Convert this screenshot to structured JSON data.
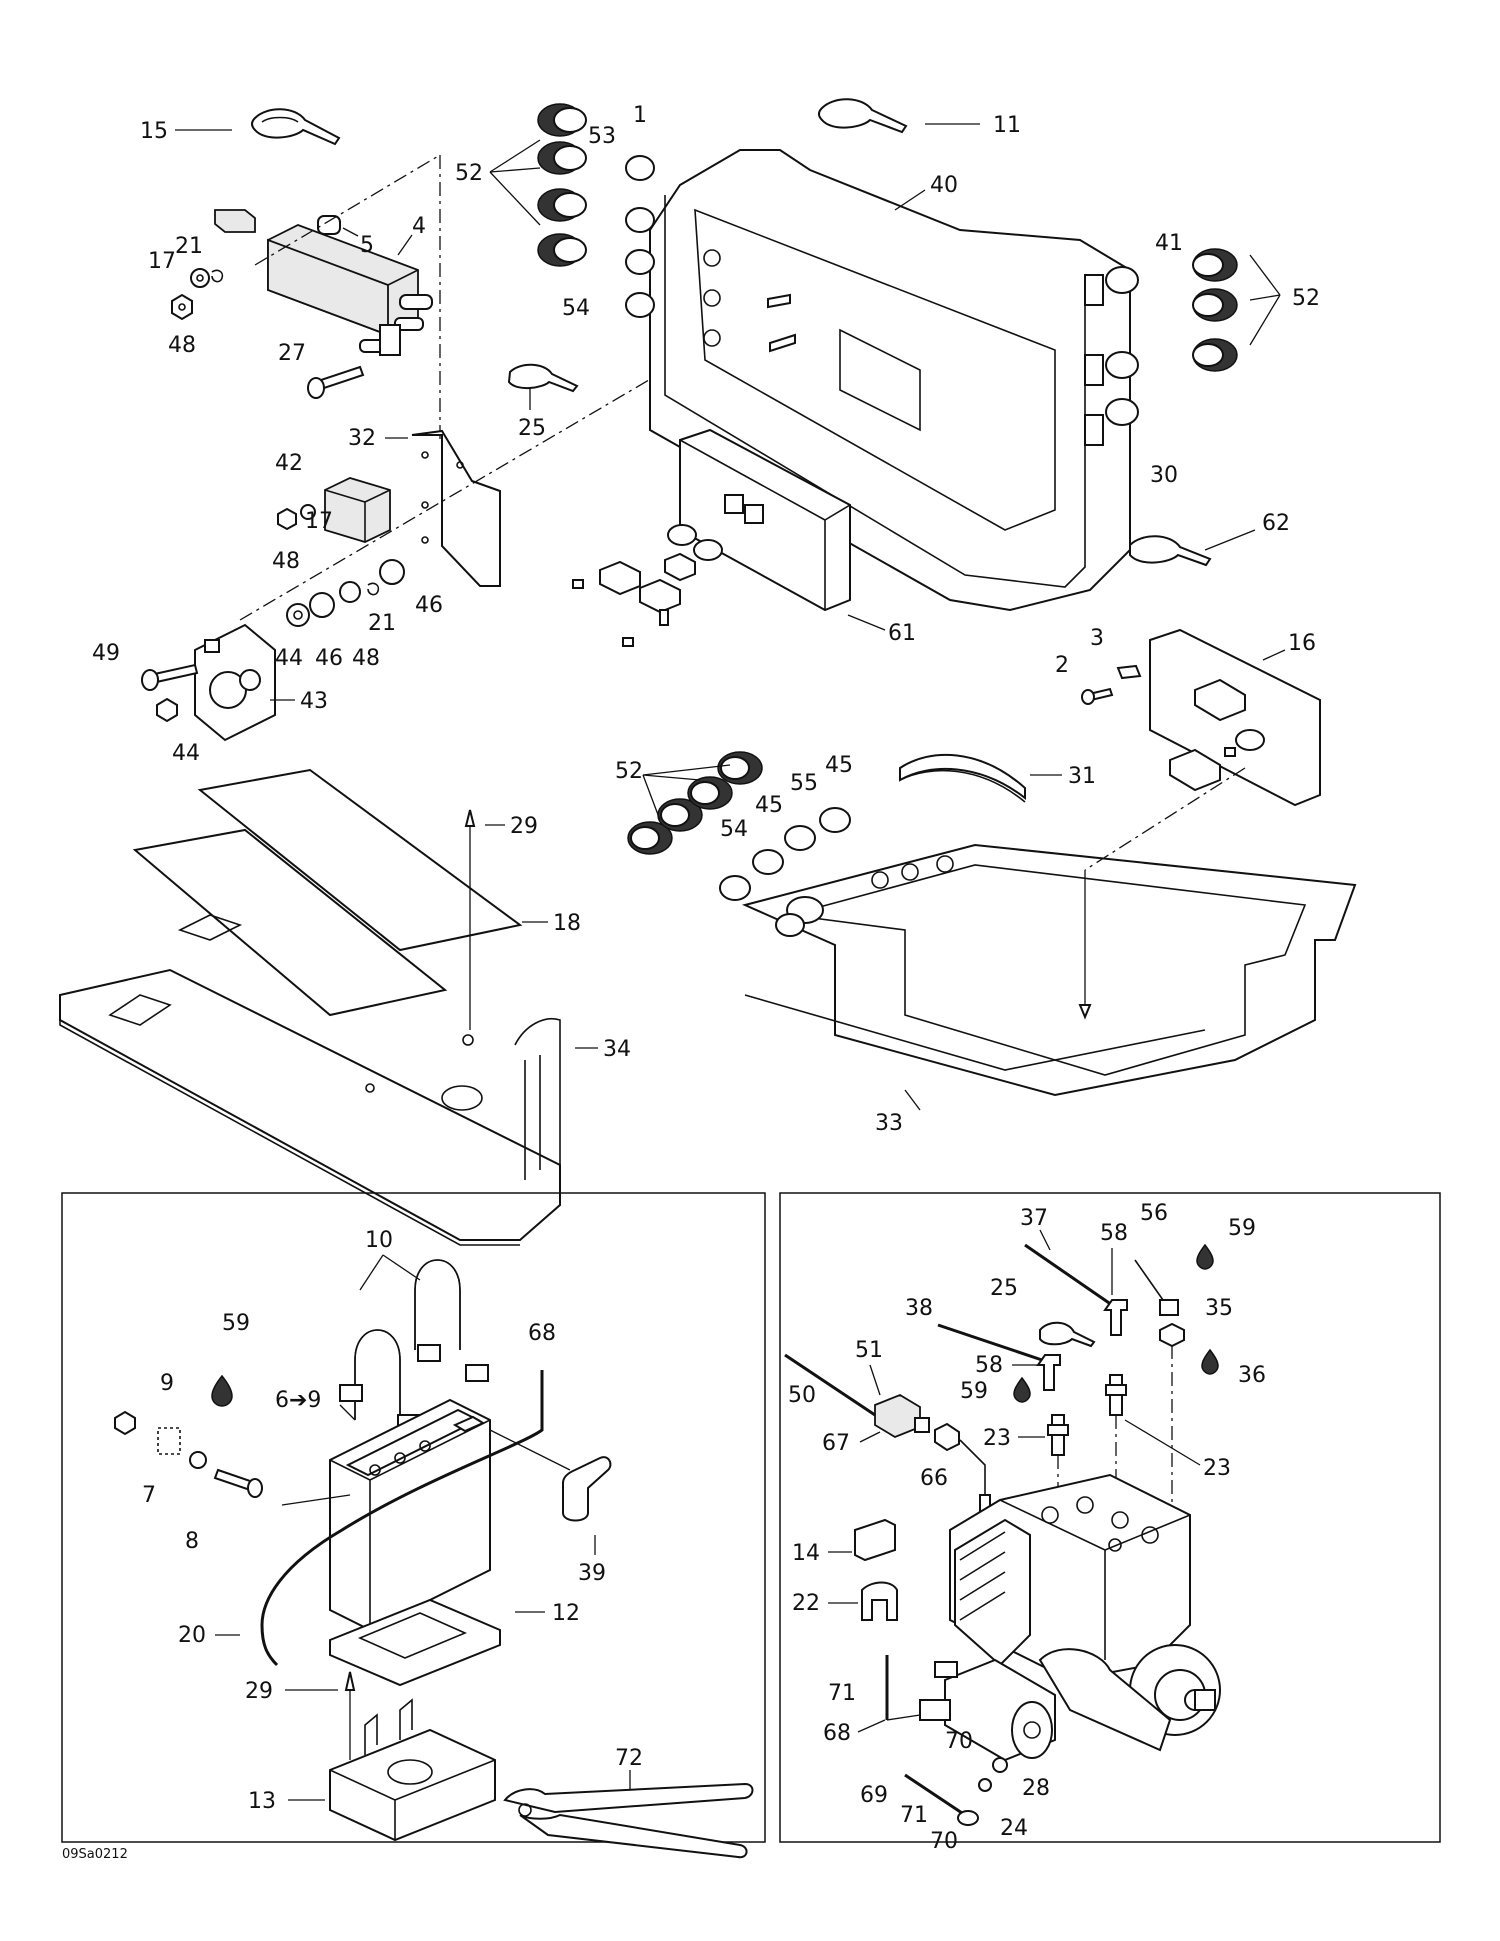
{
  "reference_code": "09Sa0212",
  "callouts": {
    "c1": "1",
    "c2": "2",
    "c3": "3",
    "c4": "4",
    "c5": "5",
    "c6": "6➔9",
    "c7": "7",
    "c8": "8",
    "c9": "9",
    "c10": "10",
    "c11": "11",
    "c12": "12",
    "c13": "13",
    "c14": "14",
    "c15": "15",
    "c16": "16",
    "c17": "17",
    "c18": "18",
    "c20": "20",
    "c21": "21",
    "c22": "22",
    "c23": "23",
    "c24": "24",
    "c25": "25",
    "c27": "27",
    "c28": "28",
    "c29": "29",
    "c30": "30",
    "c31": "31",
    "c32": "32",
    "c33": "33",
    "c34": "34",
    "c35": "35",
    "c36": "36",
    "c37": "37",
    "c38": "38",
    "c39": "39",
    "c40": "40",
    "c41": "41",
    "c42": "42",
    "c43": "43",
    "c44": "44",
    "c45": "45",
    "c46": "46",
    "c48": "48",
    "c49": "49",
    "c50": "50",
    "c51": "51",
    "c52": "52",
    "c53": "53",
    "c54": "54",
    "c55": "55",
    "c56": "56",
    "c58": "58",
    "c59": "59",
    "c61": "61",
    "c62": "62",
    "c66": "66",
    "c67": "67",
    "c68": "68",
    "c69": "69",
    "c70": "70",
    "c71": "71",
    "c72": "72"
  },
  "colors": {
    "ink": "#111111",
    "paper": "#ffffff",
    "shade": "#e9e9e9"
  },
  "icons": {
    "thread_lock": "drop-icon",
    "cable_tie": "cable-tie-icon",
    "ignition_coil": "ignition-coil-icon",
    "battery": "battery-icon",
    "starter_motor": "starter-motor-icon",
    "engine": "engine-icon",
    "crimp_tool": "crimp-tool-icon"
  }
}
